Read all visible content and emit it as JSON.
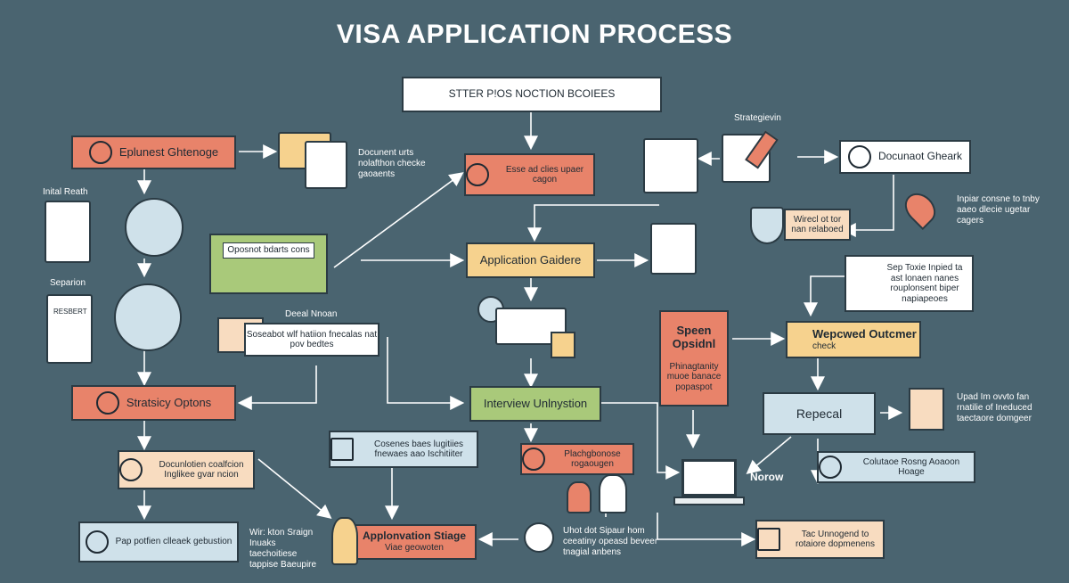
{
  "title": "VISA APPLICATION PROCESS",
  "nodes": {
    "top_box": "STTER P!OS NOCTION BCOIEES",
    "explore": "Eplunest Ghtenoge",
    "strategy_options": "Stratsicy Optons",
    "application_guide": "Application Gaidere",
    "interview": "Interview Unlnystion",
    "document_check": "Docunaot Gheark",
    "wepcwed_outcome": "Wepcwed Outcmer",
    "wepcwed_sub": "check",
    "repecal": "Repecal",
    "speen_title": "Speen Opsidnl",
    "speen_body": "Phinagtanity muoe banace popaspot",
    "eese_box": "Esse ad clies upaer cagon",
    "document_coalition": "Docunlotien coalfcion Inglikee gvar ncion",
    "pap_box": "Pap potfien clleaek gebustion",
    "cosenes_box": "Cosenes baes lugitiies fnewaes aao Ischitiiter",
    "plachg_box": "Plachgbonose rogaougen",
    "applonv_title": "Applonvation Stiage",
    "applonv_sub": "Viae geowoten",
    "colutaoe": "Colutaoe Rosng Aoaoon Hoage",
    "tac_box": "Tac Unnogend to rotaiore dopmenens",
    "oposnet_box": "Oposnot bdarts cons",
    "wired_box": "Wirecl ot tor nan relaboed",
    "sep_box": "Sep Toxie Inpied ta ast lonaen nanes rouplonsent biper napiapeoes",
    "soc_box": "Soseabot wlf hatiion fnecalas nat pov bedtes"
  },
  "labels": {
    "initial_reach": "Inital Reath",
    "separion": "Separion",
    "document_note": "Docunent urts nolafthon checke gaoaents",
    "strategievin": "Strategievin",
    "impor_note": "Inpiar consne to tnby aaeo dlecie ugetar cagers",
    "deeal": "Deeal Nnoan",
    "upd_note": "Upad Im ovvto fan rnatilie of Ineduced taectaore domgeer",
    "norow": "Norow",
    "wir_note": "Wir: kton Sraign Inuaks taechoitiese tappise Baeupire",
    "uhot_note": "Uhot dot Sipaur hom ceeatiny opeasd beveer tnagial anbens",
    "record_label": "RESBERT"
  },
  "colors": {
    "background": "#4a6470",
    "orange": "#e8836a",
    "yellow": "#f6d28e",
    "lightblue": "#cfe1ea",
    "green": "#a9c97a",
    "line": "#ffffff"
  }
}
